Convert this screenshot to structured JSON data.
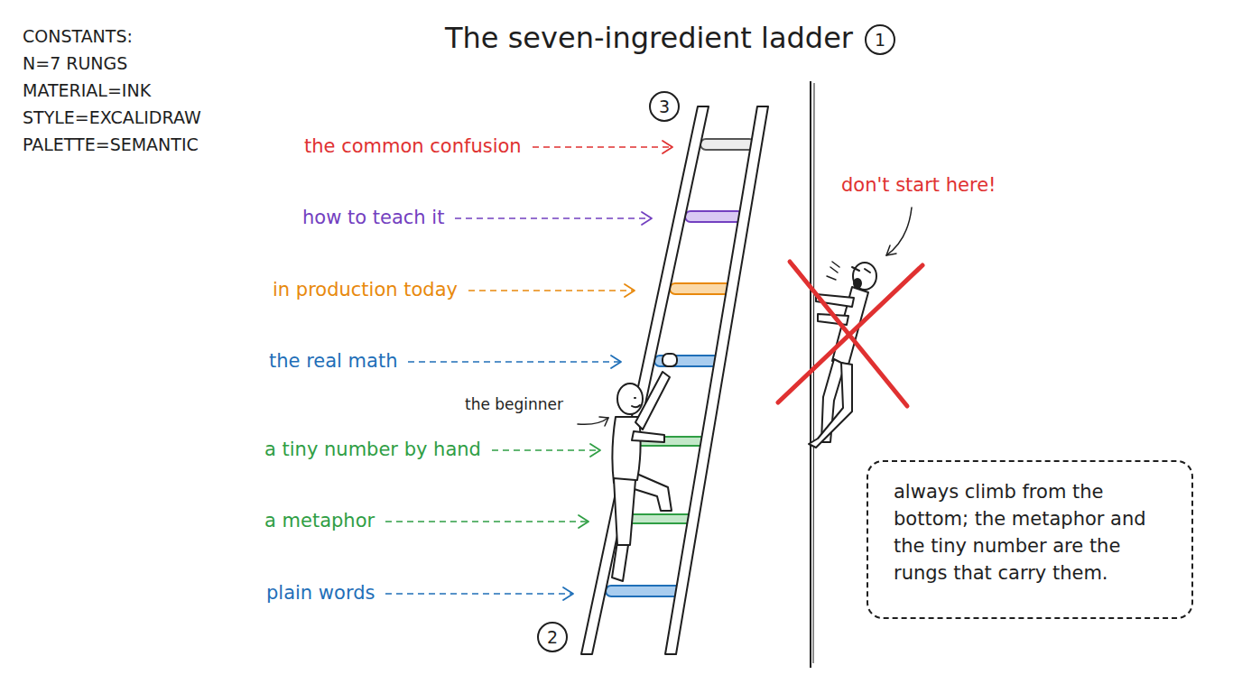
{
  "diagram": {
    "title": "The seven-ingredient ladder",
    "nodes": [
      {
        "text": [
          "always climb from the bottom; the metaphor and the tiny number are the rungs that carry them."
        ]
      }
    ],
    "labels": [
      "1",
      "CONSTANTS:",
      "N=7 RUNGS",
      "MATERIAL=INK",
      "STYLE=EXCALIDRAW",
      "PALETTE=SEMANTIC",
      "3",
      "the common confusion",
      "how to teach it",
      "in production today",
      "the real math",
      "the beginner",
      "a tiny number by hand",
      "a metaphor",
      "plain words",
      "2",
      "don't start here!"
    ]
  }
}
